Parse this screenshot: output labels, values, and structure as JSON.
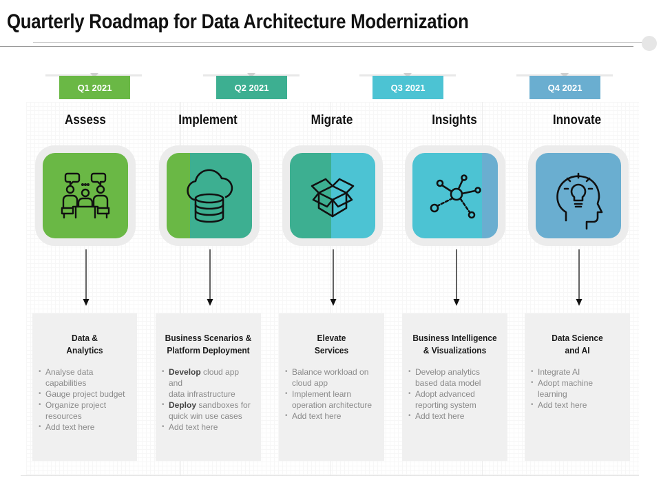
{
  "title": "Quarterly Roadmap for Data Architecture Modernization",
  "colors": {
    "green": "#6ab845",
    "teal": "#3daf91",
    "cyan": "#4cc3d3",
    "blue": "#6aaed0",
    "halo": "#ececec",
    "card": "#f0f0f0"
  },
  "columns": [
    {
      "quarter": "Q1 2021",
      "quarter_color": "#6ab845",
      "phase": "Assess",
      "icon": "team-meeting-icon",
      "card_title_lines": [
        "Data &",
        "Analytics"
      ],
      "bullets": [
        {
          "bold": "",
          "lines": [
            "Analyse data",
            "capabilities"
          ]
        },
        {
          "bold": "",
          "lines": [
            "Gauge project budget"
          ]
        },
        {
          "bold": "",
          "lines": [
            "Organize project",
            "resources"
          ]
        },
        {
          "bold": "",
          "lines": [
            "Add text here"
          ]
        }
      ]
    },
    {
      "quarter": "Q2 2021",
      "quarter_color": "#3daf91",
      "phase": "Implement",
      "icon": "cloud-database-icon",
      "card_title_lines": [
        "Business Scenarios &",
        "Platform Deployment"
      ],
      "bullets": [
        {
          "bold": "Develop",
          "lines": [
            " cloud app and",
            "data infrastructure"
          ]
        },
        {
          "bold": "Deploy",
          "lines": [
            " sandboxes for",
            "quick win use cases"
          ]
        },
        {
          "bold": "",
          "lines": [
            "Add text here"
          ]
        }
      ]
    },
    {
      "quarter": "Q3 2021",
      "quarter_color": "#4cc3d3",
      "phase": "Migrate",
      "icon": "open-box-icon",
      "card_title_lines": [
        "Elevate",
        "Services"
      ],
      "bullets": [
        {
          "bold": "",
          "lines": [
            "Balance workload on",
            "cloud app"
          ]
        },
        {
          "bold": "",
          "lines": [
            "Implement learn",
            "operation architecture"
          ]
        },
        {
          "bold": "",
          "lines": [
            "Add text here"
          ]
        }
      ]
    },
    {
      "quarter": "Q3 2021",
      "quarter_color": "#4cc3d3",
      "phase": "Insights",
      "icon": "network-nodes-icon",
      "card_title_lines": [
        "Business Intelligence",
        "& Visualizations"
      ],
      "bullets": [
        {
          "bold": "",
          "lines": [
            "Develop analytics",
            "based data model"
          ]
        },
        {
          "bold": "",
          "lines": [
            "Adopt advanced",
            "reporting system"
          ]
        },
        {
          "bold": "",
          "lines": [
            "Add text here"
          ]
        }
      ]
    },
    {
      "quarter": "Q4 2021",
      "quarter_color": "#6aaed0",
      "phase": "Innovate",
      "icon": "head-lightbulb-icon",
      "card_title_lines": [
        "Data Science",
        "and AI"
      ],
      "bullets": [
        {
          "bold": "",
          "lines": [
            "Integrate AI"
          ]
        },
        {
          "bold": "",
          "lines": [
            "Adopt  machine",
            "learning"
          ]
        },
        {
          "bold": "",
          "lines": [
            "Add text here"
          ]
        }
      ]
    }
  ]
}
